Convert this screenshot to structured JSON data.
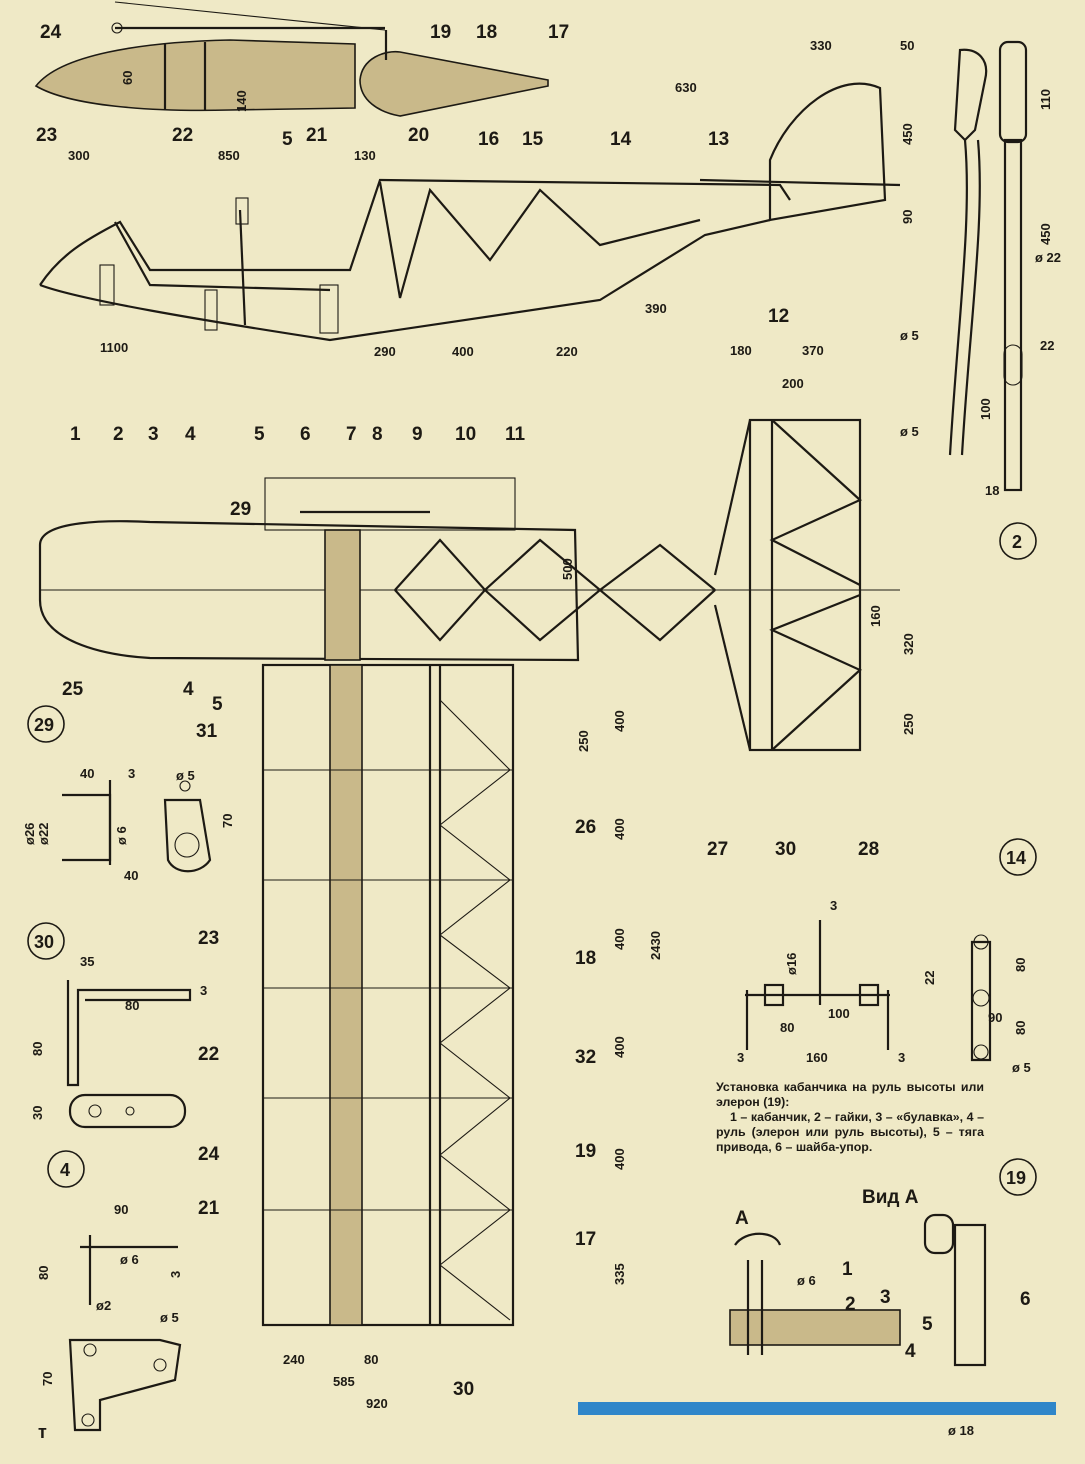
{
  "colors": {
    "paper": "#efe9c6",
    "ink": "#1d1a14",
    "wood": "#c9b98a",
    "bar": "#2f86c9"
  },
  "callouts": {
    "top_section": [
      "24",
      "19",
      "18",
      "17",
      "23",
      "22",
      "5",
      "21",
      "20"
    ],
    "side_view": [
      "16",
      "15",
      "14",
      "13",
      "12",
      "1",
      "2",
      "3",
      "4",
      "5",
      "6",
      "7",
      "8",
      "9",
      "10",
      "11"
    ],
    "plan_view": [
      "29",
      "25",
      "4",
      "5",
      "31",
      "26",
      "23",
      "18",
      "22",
      "32",
      "24",
      "21",
      "19",
      "17",
      "30",
      "27",
      "28"
    ],
    "ctrl_stick_a": "1",
    "ctrl_stick_b": "2",
    "ctrl_stick_c": "3",
    "ctrl_stick_d": "4",
    "ctrl_stick_e": "5",
    "ctrl_stick_f": "6",
    "view_a_arrow": "A"
  },
  "dims": {
    "d60": "60",
    "d140": "140",
    "d300": "300",
    "d850": "850",
    "d130": "130",
    "d330": "330",
    "d50": "50",
    "d630": "630",
    "d450a": "450",
    "d90a": "90",
    "d1100": "1100",
    "d290": "290",
    "d400a": "400",
    "d220a": "220",
    "d390": "390",
    "d180": "180",
    "d370": "370",
    "d200": "200",
    "d500": "500",
    "d160a": "160",
    "d320": "320",
    "d250a": "250",
    "d250b": "250",
    "d400b": "400",
    "d400c": "400",
    "d400d": "400",
    "d400e": "400",
    "d335": "335",
    "d2430": "2430",
    "d240": "240",
    "d80a": "80",
    "d585": "585",
    "d920": "920",
    "d110": "110",
    "d450b": "450",
    "dphi22": "ø 22",
    "dphi5a": "ø 5",
    "dphi5b": "ø 5",
    "d100a": "100",
    "d22a": "22",
    "d18a": "18",
    "d40a": "40",
    "d3a": "3",
    "dphi5c": "ø 5",
    "dphi26": "ø26",
    "dphi22b": "ø22",
    "dphi6a": "ø 6",
    "d70a": "70",
    "d40b": "40",
    "d35": "35",
    "d3b": "3",
    "d80b": "80",
    "d80c": "80",
    "d30": "30",
    "d90b": "90",
    "d80d": "80",
    "dphi6b": "ø 6",
    "d3c": "3",
    "dphi2": "ø2",
    "dphi5d": "ø 5",
    "d70b": "70",
    "d3d": "3",
    "dphi16": "ø16",
    "d80e": "80",
    "d100b": "100",
    "d160b": "160",
    "d3e": "3",
    "d3f": "3",
    "d80f": "80",
    "d22b": "22",
    "d90c": "90",
    "d80g": "80",
    "dphi5e": "ø 5",
    "dphi6c": "ø 6",
    "dphi18": "ø 18"
  },
  "details": {
    "d2": "2",
    "d14": "14",
    "d29": "29",
    "d30": "30",
    "d4": "4",
    "d19": "19"
  },
  "view_a_label": "Вид А",
  "caption": {
    "title": "Установка кабанчика на руль высоты или элерон (19):",
    "body": "1 – кабанчик, 2 – гайки, 3 – «булавка», 4 – руль (элерон или руль высоты), 5 – тяга привода, 6 – шайба-упор."
  },
  "corner_mark": "т"
}
